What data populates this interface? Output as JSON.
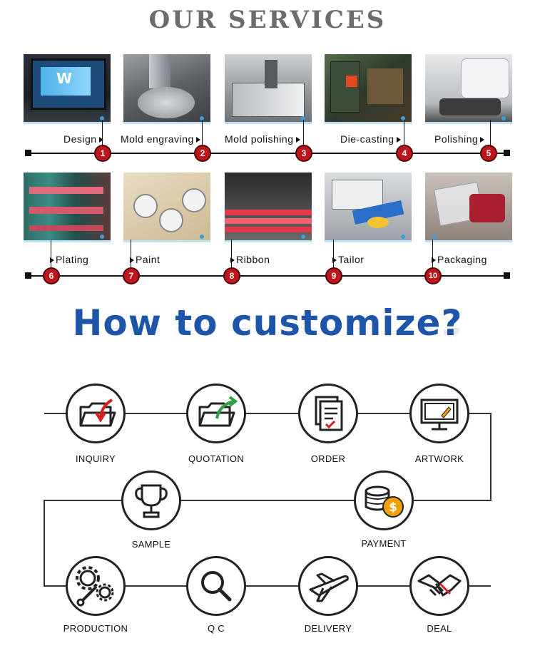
{
  "services": {
    "title": "OUR SERVICES",
    "row1": [
      {
        "num": "1",
        "label": "Design"
      },
      {
        "num": "2",
        "label": "Mold engraving"
      },
      {
        "num": "3",
        "label": "Mold polishing"
      },
      {
        "num": "4",
        "label": "Die-casting"
      },
      {
        "num": "5",
        "label": "Polishing"
      }
    ],
    "row2": [
      {
        "num": "6",
        "label": "Plating"
      },
      {
        "num": "7",
        "label": "Paint"
      },
      {
        "num": "8",
        "label": "Ribbon"
      },
      {
        "num": "9",
        "label": "Tailor"
      },
      {
        "num": "10",
        "label": "Packaging"
      }
    ]
  },
  "customize": {
    "title": "How to customize?",
    "steps": {
      "inquiry": "INQUIRY",
      "quotation": "QUOTATION",
      "order": "ORDER",
      "artwork": "ARTWORK",
      "sample": "SAMPLE",
      "payment": "PAYMENT",
      "production": "PRODUCTION",
      "qc": "Q C",
      "delivery": "DELIVERY",
      "deal": "DEAL"
    }
  },
  "colors": {
    "title_gray": "#6c6c6c",
    "badge_red": "#c0151a",
    "accent_blue": "#1f55a8",
    "arrow_red": "#d42020",
    "arrow_green": "#2f9e44",
    "coin_orange": "#f2a007"
  },
  "icons": [
    "folder-arrow-in-icon",
    "folder-arrow-out-icon",
    "document-check-icon",
    "monitor-pencil-icon",
    "trophy-icon",
    "coins-dollar-icon",
    "gears-wrench-icon",
    "magnifier-icon",
    "airplane-icon",
    "handshake-icon"
  ]
}
